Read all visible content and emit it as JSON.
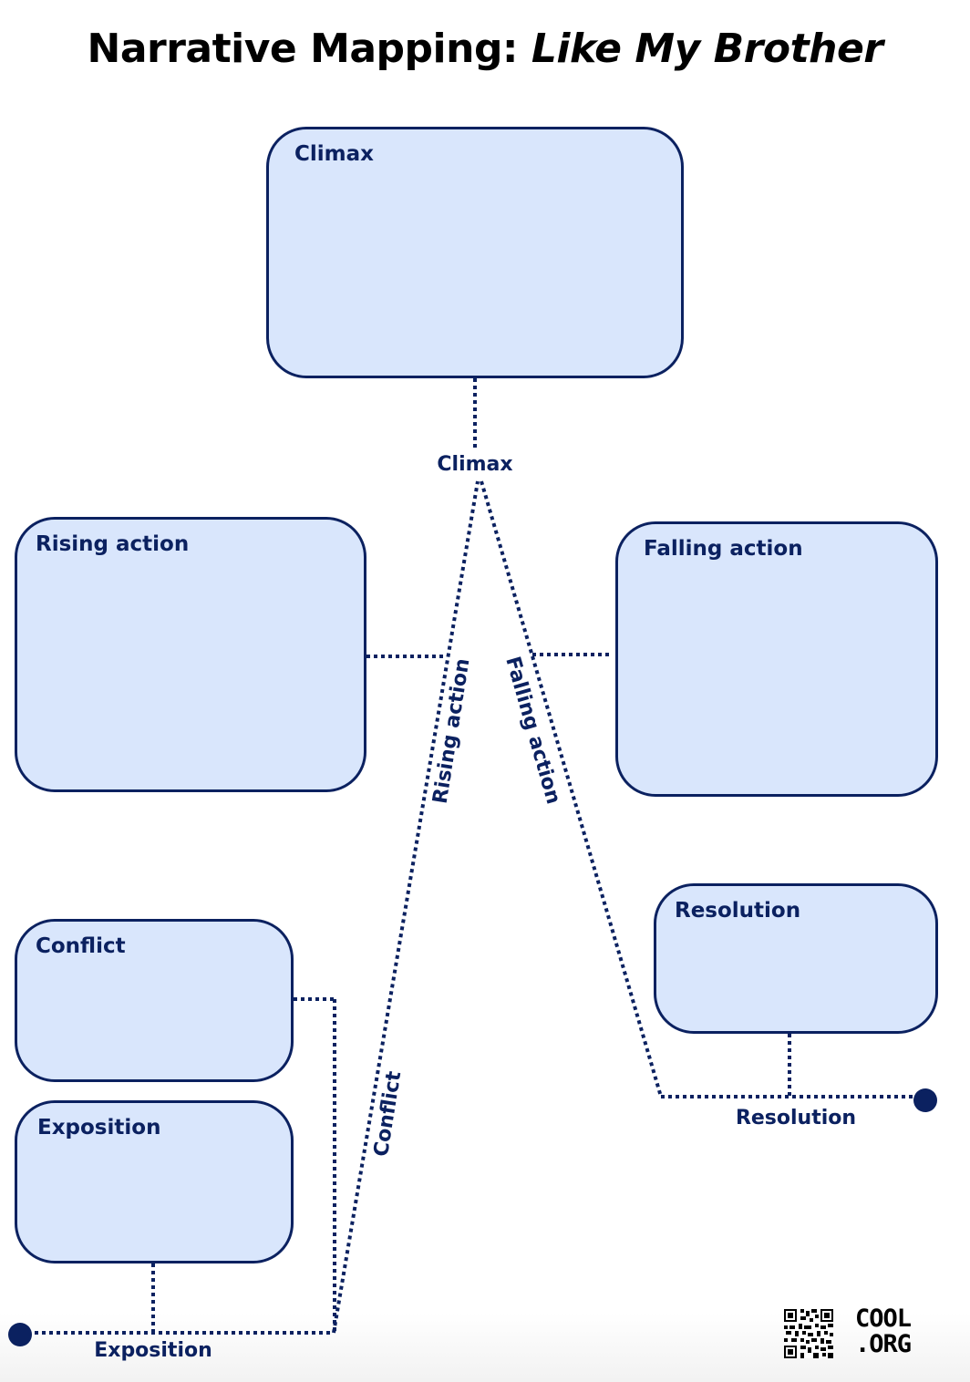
{
  "title": {
    "main": "Narrative Mapping: ",
    "italic": "Like My Brother"
  },
  "boxes": {
    "climax": "Climax",
    "rising_action": "Rising action",
    "falling_action": "Falling action",
    "conflict": "Conflict",
    "exposition": "Exposition",
    "resolution": "Resolution"
  },
  "path_labels": {
    "climax": "Climax",
    "rising_action": "Rising action",
    "falling_action": "Falling action",
    "conflict": "Conflict",
    "exposition": "Exposition",
    "resolution": "Resolution"
  },
  "logo": {
    "line1": "COOL",
    "line2": ".ORG"
  },
  "colors": {
    "box_fill": "#d9e6fc",
    "box_border": "#0b2160",
    "line": "#0b2160"
  }
}
